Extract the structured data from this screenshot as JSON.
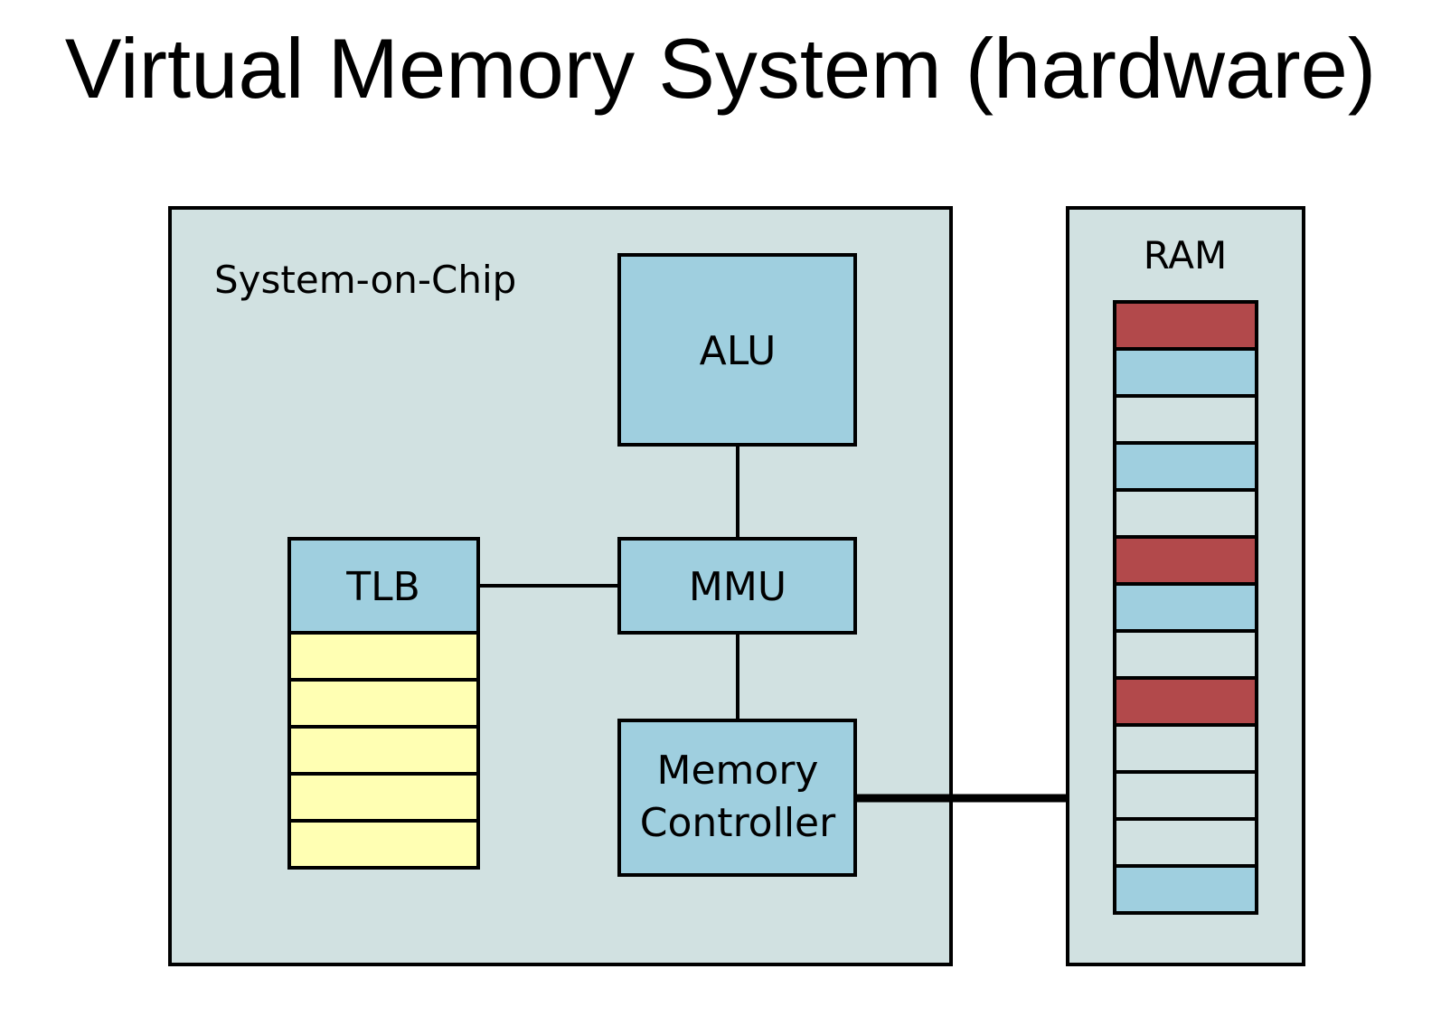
{
  "title": "Virtual Memory System (hardware)",
  "soc": {
    "label": "System-on-Chip"
  },
  "alu": {
    "label": "ALU"
  },
  "mmu": {
    "label": "MMU"
  },
  "tlb": {
    "label": "TLB",
    "entry_count": 5
  },
  "memory_controller": {
    "label_line1": "Memory",
    "label_line2": "Controller"
  },
  "ram": {
    "label": "RAM",
    "cells": [
      "used",
      "process",
      "free",
      "process",
      "free",
      "used",
      "process",
      "free",
      "used",
      "free",
      "free",
      "free",
      "process"
    ]
  },
  "colors": {
    "container_fill": "#d1e1e1",
    "block_fill": "#9fcfdf",
    "tlb_entry_fill": "#ffffb3",
    "ram_used": "#b2494b",
    "ram_process": "#9fcfdf",
    "ram_free": "#d1e1e1",
    "stroke": "#000000"
  }
}
